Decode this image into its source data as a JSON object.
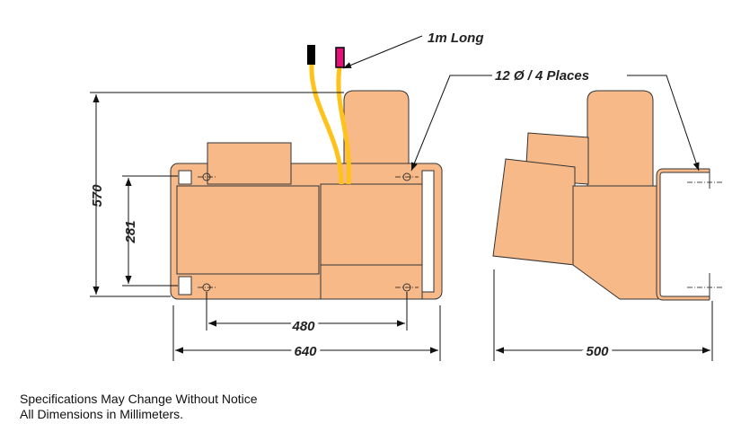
{
  "labels": {
    "cable_length": "1m Long",
    "hole_spec": "12 Ø / 4 Places",
    "height": "570",
    "mount_height": "281",
    "mount_width": "480",
    "width": "640",
    "depth": "500"
  },
  "notes": [
    "Specifications May Change Without Notice",
    "All Dimensions in Millimeters."
  ],
  "colors": {
    "body": "#F7B988",
    "cable": "#FFC21A",
    "tip_black": "#000000",
    "tip_magenta": "#E0127A"
  }
}
